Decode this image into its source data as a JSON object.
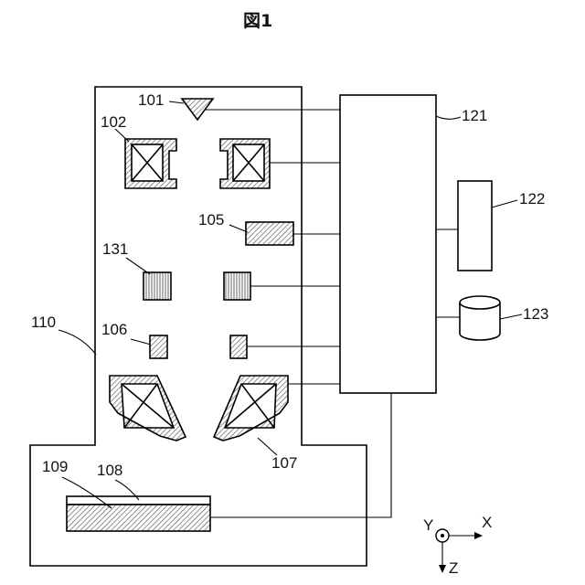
{
  "figure": {
    "title": "図1",
    "labels": {
      "emitter": "101",
      "condenser_lens": "102",
      "deflector": "105",
      "element_131": "131",
      "detector": "106",
      "objective_lens": "107",
      "sample": "108",
      "stage": "109",
      "column": "110",
      "controller": "121",
      "display": "122",
      "storage": "123"
    },
    "axes": {
      "x": "X",
      "y": "Y",
      "z": "Z"
    }
  }
}
